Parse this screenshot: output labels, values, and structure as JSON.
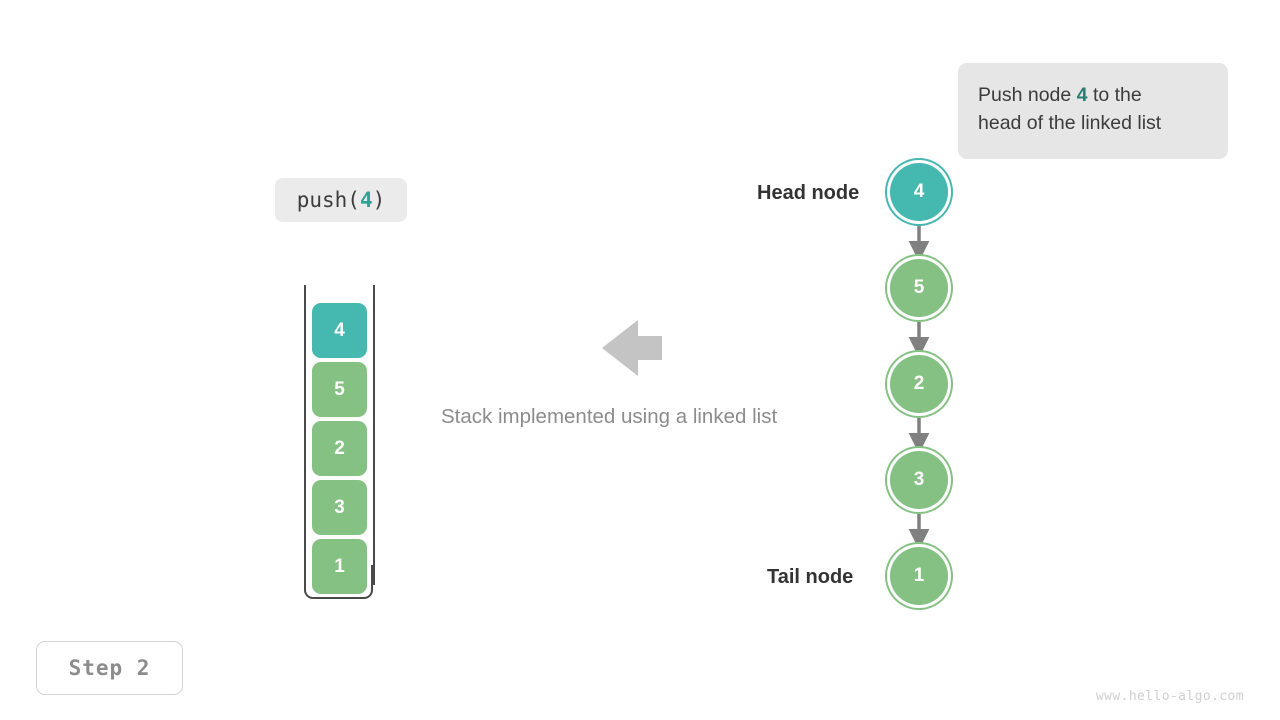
{
  "callout": {
    "line1_prefix": "Push node ",
    "line1_highlight": "4",
    "line1_suffix": " to the",
    "line2": "head of the linked list",
    "bg_color": "#e6e6e6",
    "highlight_color": "#267e74"
  },
  "operation": {
    "prefix": "push(",
    "value": "4",
    "suffix": ")",
    "bg_color": "#ebebeb",
    "highlight_color": "#2fa391"
  },
  "stack": {
    "cells": [
      {
        "value": "4",
        "state": "highlight"
      },
      {
        "value": "5",
        "state": "normal"
      },
      {
        "value": "2",
        "state": "normal"
      },
      {
        "value": "3",
        "state": "normal"
      },
      {
        "value": "1",
        "state": "normal"
      }
    ],
    "normal_color": "#86c184",
    "highlight_color": "#45b8b0",
    "wall_color": "#4a4a4a"
  },
  "caption": {
    "text": "Stack implemented using a linked list",
    "color": "#8c8c8c"
  },
  "arrow": {
    "direction": "left",
    "color": "#c4c4c4"
  },
  "linked_list": {
    "nodes": [
      {
        "value": "4",
        "state": "highlight",
        "label": "Head node"
      },
      {
        "value": "5",
        "state": "normal",
        "label": ""
      },
      {
        "value": "2",
        "state": "normal",
        "label": ""
      },
      {
        "value": "3",
        "state": "normal",
        "label": ""
      },
      {
        "value": "1",
        "state": "normal",
        "label": "Tail node"
      }
    ],
    "connector_color": "#808080",
    "normal_color": "#86c184",
    "highlight_color": "#45b8b0"
  },
  "step": {
    "label": "Step 2"
  },
  "watermark": {
    "text": "www.hello-algo.com"
  }
}
